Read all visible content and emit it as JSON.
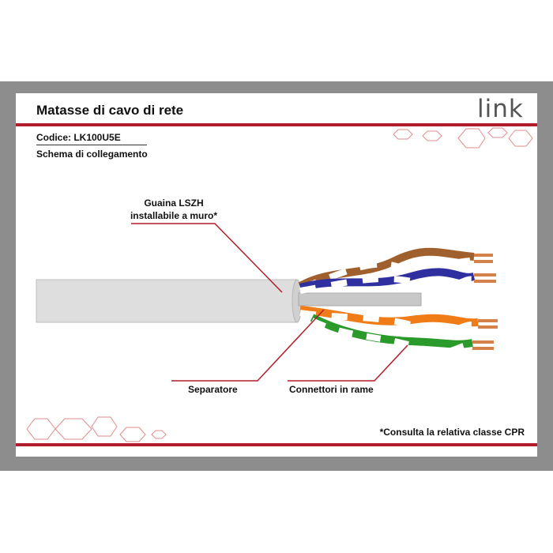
{
  "header": {
    "title": "Matasse di cavo di rete",
    "logo": "link",
    "code": "Codice: LK100U5E",
    "subtitle": "Schema di collegamento"
  },
  "diagram": {
    "callouts": {
      "sheath": [
        "Guaina LSZH",
        "installabile a muro*"
      ],
      "separator": "Separatore",
      "copper": "Connettori in rame"
    },
    "pair_colors": [
      "#a0602e",
      "#2f2fa0",
      "#f07c18",
      "#2a9a2a"
    ]
  },
  "footer": {
    "note": "*Consulta la relativa classe CPR"
  },
  "colors": {
    "accent": "#b11d2a",
    "frame": "#8d8d8d"
  }
}
